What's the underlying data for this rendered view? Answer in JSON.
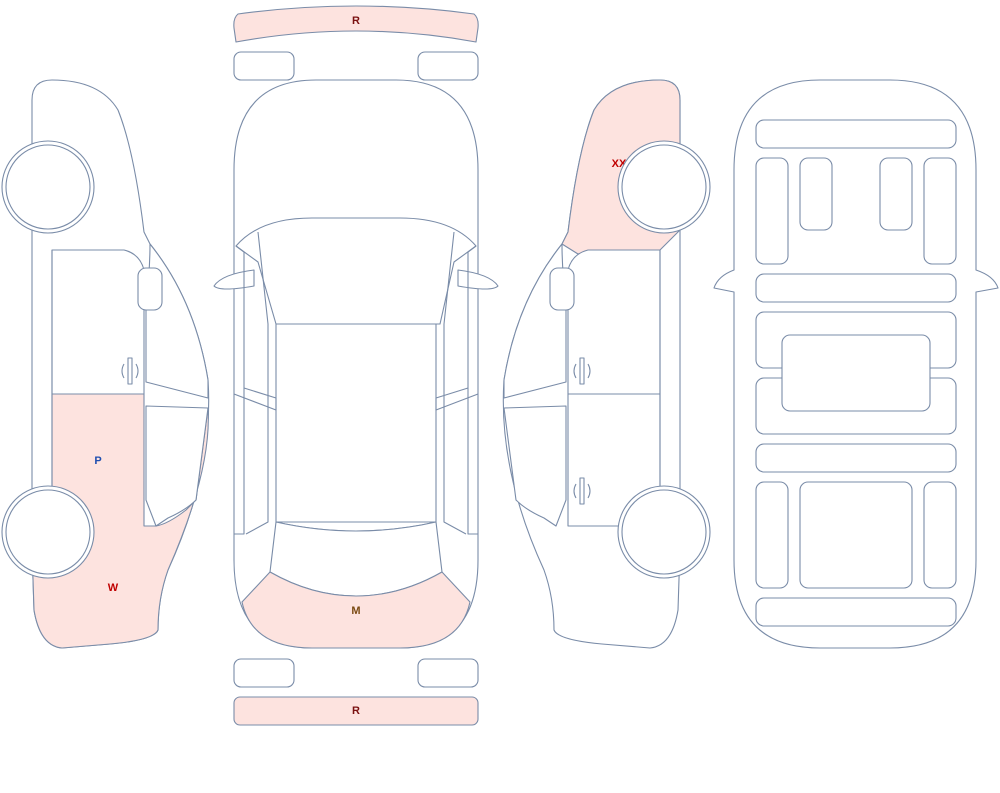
{
  "colors": {
    "outline": "#7a8ca8",
    "damage_fill": "#fde3df",
    "label_red": "#c00000",
    "label_blue": "#1f4fb0",
    "label_brown": "#7a4a12",
    "label_darkred": "#7a1010"
  },
  "markers": {
    "bumper_front": "R",
    "bumper_rear": "R",
    "left_rear_door": "P",
    "left_rear_quarter": "W",
    "right_front_fender": "XX",
    "rear_hatch": "M"
  }
}
